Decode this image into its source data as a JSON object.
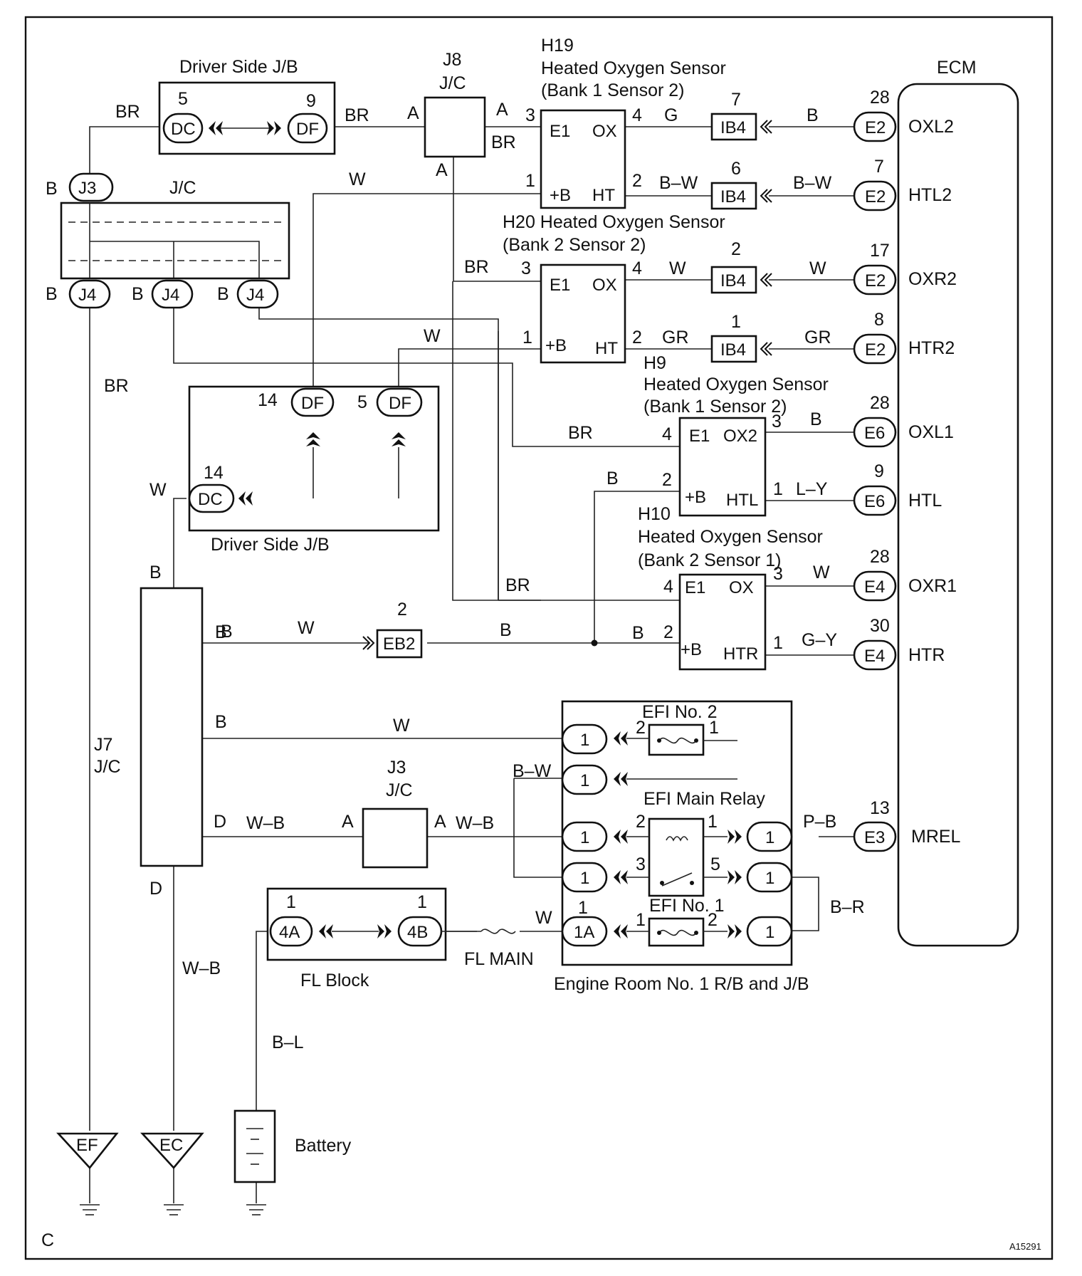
{
  "corner_label": "C",
  "figure_id": "A15291",
  "ecm": {
    "title": "ECM"
  },
  "driver_jb_top": {
    "title": "Driver Side J/B",
    "left_pin": "5",
    "left_conn": "DC",
    "right_pin": "9",
    "right_conn": "DF"
  },
  "driver_jb_bottom": {
    "title": "Driver Side J/B",
    "pin_a": "14",
    "conn_a": "DF",
    "pin_b": "5",
    "conn_b": "DF",
    "pin_c": "14",
    "conn_c": "DC"
  },
  "j8": {
    "line1": "J8",
    "line2": "J/C",
    "pin_left": "A",
    "pin_right": "A",
    "pin_bottom": "A"
  },
  "jc_top": {
    "title": "J/C",
    "conn_top": "J3",
    "conn_bottom": "J4"
  },
  "j7": {
    "line1": "J7",
    "line2": "J/C"
  },
  "j3": {
    "line1": "J3",
    "line2": "J/C",
    "pin_left": "A",
    "pin_right": "A"
  },
  "sensors": {
    "h19": {
      "line1": "H19",
      "line2": "Heated Oxygen Sensor",
      "line3": "(Bank 1 Sensor 2)"
    },
    "h20": {
      "line1": "H20 Heated Oxygen Sensor",
      "line2": "(Bank 2 Sensor 2)"
    },
    "h9": {
      "line1": "H9",
      "line2": "Heated Oxygen Sensor",
      "line3": "(Bank 1 Sensor 2)"
    },
    "h10": {
      "line1": "H10",
      "line2": "Heated Oxygen Sensor",
      "line3": "(Bank 2 Sensor 1)"
    },
    "pins": {
      "e1": "E1",
      "ox": "OX",
      "ox2": "OX2",
      "plus_b": "+B",
      "ht": "HT",
      "htl": "HTL",
      "htr": "HTR"
    }
  },
  "ecm_terminals": [
    {
      "pin": "28",
      "conn": "E2",
      "name": "OXL2"
    },
    {
      "pin": "7",
      "conn": "E2",
      "name": "HTL2"
    },
    {
      "pin": "17",
      "conn": "E2",
      "name": "OXR2"
    },
    {
      "pin": "8",
      "conn": "E2",
      "name": "HTR2"
    },
    {
      "pin": "28",
      "conn": "E6",
      "name": "OXL1"
    },
    {
      "pin": "9",
      "conn": "E6",
      "name": "HTL"
    },
    {
      "pin": "28",
      "conn": "E4",
      "name": "OXR1"
    },
    {
      "pin": "30",
      "conn": "E4",
      "name": "HTR"
    },
    {
      "pin": "13",
      "conn": "E3",
      "name": "MREL"
    }
  ],
  "ib4_connectors": [
    {
      "pin": "7",
      "label": "IB4"
    },
    {
      "pin": "6",
      "label": "IB4"
    },
    {
      "pin": "2",
      "label": "IB4"
    },
    {
      "pin": "1",
      "label": "IB4"
    }
  ],
  "eb2": {
    "pin": "2",
    "label": "EB2"
  },
  "wire_colors": {
    "br": "BR",
    "b": "B",
    "w": "W",
    "g": "G",
    "bw": "B–W",
    "gr": "GR",
    "ly": "L–Y",
    "gy": "G–Y",
    "wb": "W–B",
    "pb": "P–B",
    "br2": "B–R",
    "bl": "B–L",
    "d": "D"
  },
  "pin_numbers": {
    "p1": "1",
    "p2": "2",
    "p3": "3",
    "p4": "4",
    "p5": "5"
  },
  "engine_room": {
    "title": "Engine Room No. 1 R/B and J/B",
    "efi_no2": "EFI No. 2",
    "efi_main_relay": "EFI Main Relay",
    "efi_no1": "EFI No. 1",
    "conn_1": "1",
    "conn_1a": "1A"
  },
  "fl_block": {
    "title": "FL Block",
    "conn_a": "4A",
    "conn_b": "4B",
    "pin": "1"
  },
  "fl_main": "FL MAIN",
  "battery": "Battery",
  "grounds": {
    "ef": "EF",
    "ec": "EC"
  }
}
